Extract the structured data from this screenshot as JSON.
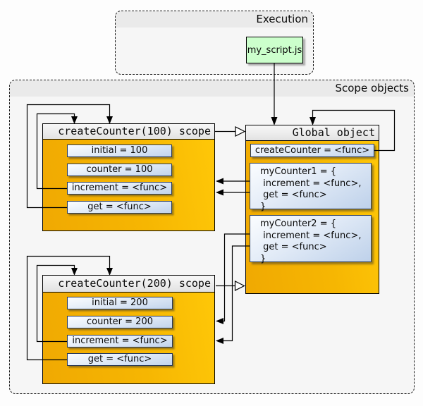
{
  "execution": {
    "title": "Execution",
    "script_node": "my_script.js"
  },
  "scope_objects": {
    "title": "Scope objects",
    "scope100": {
      "title": "createCounter(100) scope",
      "rows": [
        {
          "label": "initial = 100"
        },
        {
          "label": "counter = 100"
        },
        {
          "label": "increment = <func>"
        },
        {
          "label": "get = <func>"
        }
      ]
    },
    "scope200": {
      "title": "createCounter(200) scope",
      "rows": [
        {
          "label": "initial = 200"
        },
        {
          "label": "counter = 200"
        },
        {
          "label": "increment = <func>"
        },
        {
          "label": "get = <func>"
        }
      ]
    },
    "global": {
      "title": "Global object",
      "variables": [
        {
          "label": "createCounter = <func>"
        }
      ],
      "objects": [
        {
          "text": "myCounter1 = {\n increment = <func>,\n get = <func>\n}"
        },
        {
          "text": "myCounter2 = {\n increment = <func>,\n get = <func>\n}"
        }
      ]
    }
  },
  "colors": {
    "scope_fill_yellow": "#F5B402",
    "row_fill_blue": "#C2D4EC",
    "row_border_navy": "#26395C",
    "script_node_green": "#CCFFCC",
    "frame_fill_gray": "#F6F6F6",
    "frame_header_gray": "#EAEAEA",
    "box_header_gray": "#E8E8E8",
    "connector_black": "#000000"
  }
}
